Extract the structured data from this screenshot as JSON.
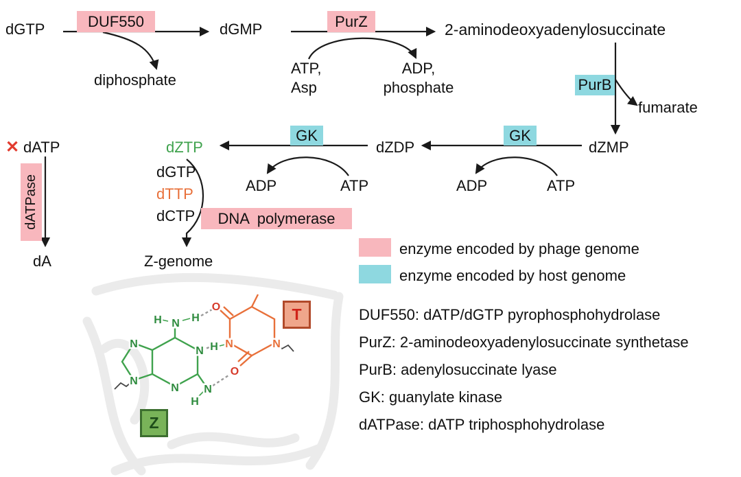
{
  "figure": {
    "nodes": {
      "dgtp": "dGTP",
      "dgmp": "dGMP",
      "aminosuccinate": "2-aminodeoxyadenylosuccinate",
      "diphosphate": "diphosphate",
      "atp_line": "ATP,",
      "asp_line": "Asp",
      "adp_line": "ADP,",
      "phosphate_line": "phosphate",
      "fumarate": "fumarate",
      "dzmp": "dZMP",
      "dzdp": "dZDP",
      "dztp": "dZTP",
      "adp_right": "ADP",
      "atp_right": "ATP",
      "adp_left": "ADP",
      "atp_left": "ATP",
      "dgtp_pool": "dGTP",
      "dttp_pool": "dTTP",
      "dctp_pool": "dCTP",
      "z_genome": "Z-genome",
      "datp": "dATP",
      "da": "dA",
      "blocked_mark": "✕"
    },
    "enzymes": {
      "duf550": "DUF550",
      "purz": "PurZ",
      "purb": "PurB",
      "gk": "GK",
      "dna_polymerase": "DNA polymerase",
      "datpase": "dATPase"
    },
    "legend": {
      "phage": "enzyme encoded by phage genome",
      "host": "enzyme encoded by host genome"
    },
    "definitions": [
      "DUF550: dATP/dGTP pyrophosphohydrolase",
      "PurZ: 2-aminodeoxyadenylosuccinate synthetase",
      "PurB: adenylosuccinate lyase",
      "GK: guanylate kinase",
      "dATPase: dATP triphosphohydrolase"
    ],
    "structure": {
      "z_label": "Z",
      "t_label": "T",
      "atom_n": "N",
      "atom_o": "O",
      "atom_h": "H"
    },
    "colors": {
      "phage_pink": "#f8b7bd",
      "host_blue": "#8ed8e0",
      "z_green": "#3fa24d",
      "t_orange": "#e8703a",
      "o_red": "#d63a2a",
      "block_red": "#e23b2e"
    }
  }
}
